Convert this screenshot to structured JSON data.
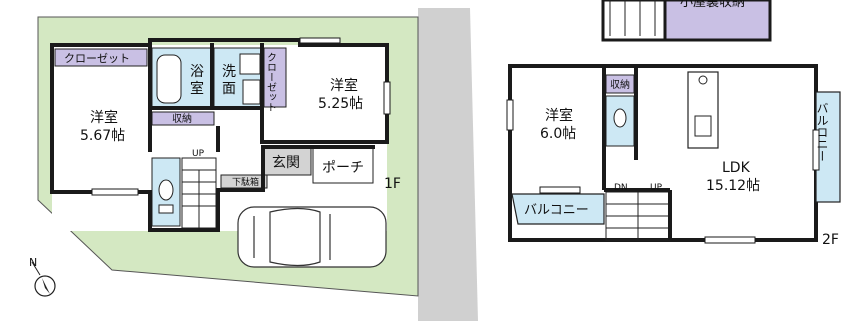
{
  "rooms_1f": {
    "closet_top": "クローゼット",
    "western_a_name": "洋室",
    "western_a_size": "5.67帖",
    "bath_1": "浴",
    "bath_2": "室",
    "wash_1": "洗",
    "wash_2": "面",
    "closet_side": "クローゼット",
    "western_b_name": "洋室",
    "western_b_size": "5.25帖",
    "storage": "収納",
    "up": "UP",
    "entrance": "玄関",
    "porch": "ポーチ",
    "shoe_box": "下駄箱",
    "floor": "1F"
  },
  "rooms_2f": {
    "attic": "小屋裏収納",
    "western_name": "洋室",
    "western_size": "6.0帖",
    "storage": "収納",
    "ldk_name": "LDK",
    "ldk_size": "15.12帖",
    "balcony_right": "バルコニー",
    "balcony_left": "バルコニー",
    "dn": "DN",
    "up": "UP",
    "floor": "2F"
  },
  "compass": {
    "label": "N"
  },
  "colors": {
    "lot": "#d4e8c2",
    "closet": "#c9c0e4",
    "wet": "#cde8f4",
    "entrance": "#d3d3d3",
    "wall": "#1a1a1a",
    "road": "#cfcfcf"
  }
}
